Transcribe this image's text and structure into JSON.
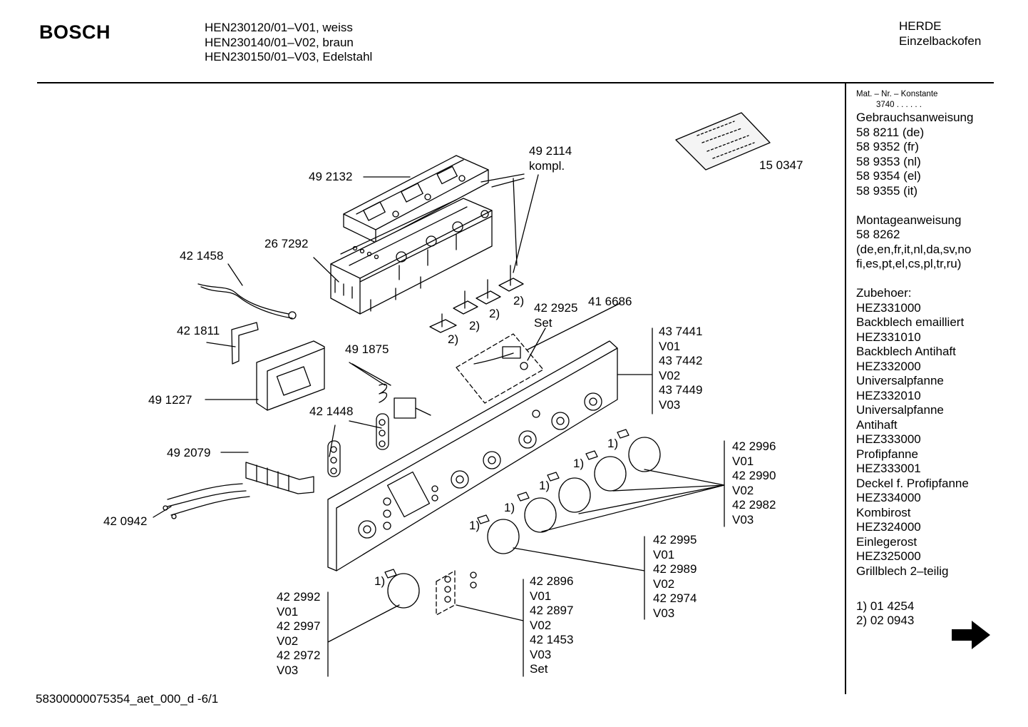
{
  "header": {
    "brand": "BOSCH",
    "models": [
      "HEN230120/01–V01, weiss",
      "HEN230140/01–V02, braun",
      "HEN230150/01–V03, Edelstahl"
    ],
    "category": [
      "HERDE",
      "Einzelbackofen"
    ]
  },
  "sidebar": {
    "mat_label": "Mat. – Nr. – Konstante",
    "mat_value": "3740 . . . . . .",
    "sections": [
      {
        "title": "Gebrauchsanweisung",
        "lines": [
          "58 8211 (de)",
          "58 9352 (fr)",
          "58 9353 (nl)",
          "58 9354 (el)",
          "58 9355 (it)"
        ]
      },
      {
        "title": "Montageanweisung",
        "lines": [
          "58 8262",
          "(de,en,fr,it,nl,da,sv,no",
          "fi,es,pt,el,cs,pl,tr,ru)"
        ]
      },
      {
        "title": "Zubehoer:",
        "lines": [
          "HEZ331000",
          "Backblech emailliert",
          "HEZ331010",
          "Backblech Antihaft",
          "HEZ332000",
          "Universalpfanne",
          "HEZ332010",
          "Universalpfanne",
          "Antihaft",
          "HEZ333000",
          "Profipfanne",
          "HEZ333001",
          "Deckel f. Profipfanne",
          "HEZ334000",
          "Kombirost",
          "HEZ324000",
          "Einlegerost",
          "HEZ325000",
          "Grillblech 2–teilig"
        ]
      }
    ],
    "footnotes": [
      "1) 01 4254",
      "2) 02 0943"
    ]
  },
  "parts": {
    "p492132": "49 2132",
    "p492114": [
      "49 2114",
      "kompl."
    ],
    "p150347": "15 0347",
    "p267292": "26 7292",
    "p421458": "42 1458",
    "p421811": "42 1811",
    "p491227": "49 1227",
    "p491875": "49 1875",
    "p421448": "42 1448",
    "p492079": "49 2079",
    "p420942": "42 0942",
    "p422925": [
      "42 2925",
      "Set"
    ],
    "p416686": "41 6686",
    "panel": [
      "43 7441",
      "V01",
      "43 7442",
      "V02",
      "43 7449",
      "V03"
    ],
    "knobs_right": [
      "42 2996",
      "V01",
      "42 2990",
      "V02",
      "42 2982",
      "V03"
    ],
    "knob_mid": [
      "42 2995",
      "V01",
      "42 2989",
      "V02",
      "42 2974",
      "V03"
    ],
    "screws": [
      "42 2896",
      "V01",
      "42 2897",
      "V02",
      "42 1453",
      "V03",
      "Set"
    ],
    "knob_left": [
      "42 2992",
      "V01",
      "42 2997",
      "V02",
      "42 2972",
      "V03"
    ],
    "mark1": "1)",
    "mark2": "2)"
  },
  "document_number": "58300000075354_aet_000_d -6/1"
}
